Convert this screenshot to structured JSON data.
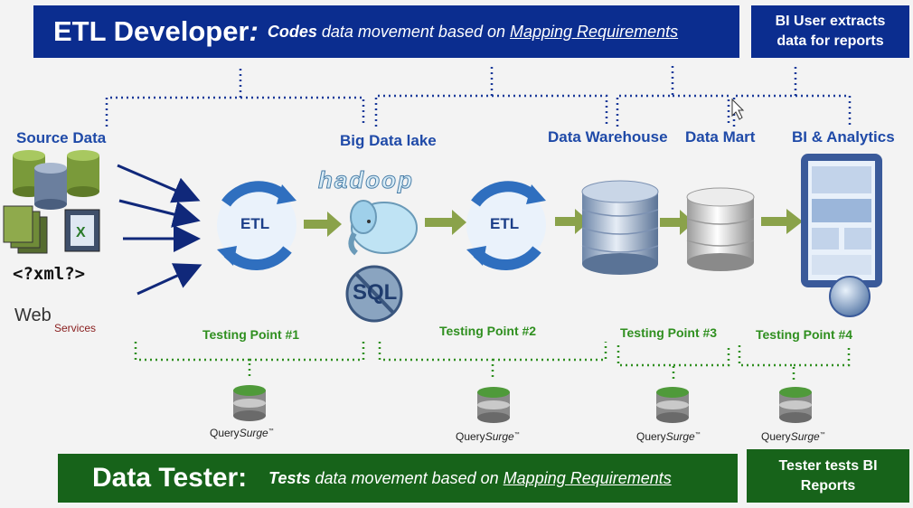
{
  "top_banner": {
    "role": "ETL Developer",
    "colon": ":",
    "keyword": "Codes",
    "description": " data movement based on ",
    "requirements": "Mapping Requirements"
  },
  "bi_user_box": {
    "line1": "BI User extracts",
    "line2": "data for reports"
  },
  "bottom_banner": {
    "role": "Data Tester:",
    "keyword": "Tests",
    "description": " data movement based on ",
    "requirements": "Mapping Requirements"
  },
  "tester_bi_box": {
    "line1": "Tester tests BI",
    "line2": "Reports"
  },
  "stages": {
    "source": "Source Data",
    "lake": "Big Data lake",
    "warehouse": "Data Warehouse",
    "mart": "Data Mart",
    "bi": "BI & Analytics"
  },
  "source_icons": {
    "xml": "<?xml?>",
    "web": "Web",
    "services": "Services"
  },
  "etl_label": "ETL",
  "hadoop_label": "hadoop",
  "sql_label": "SQL",
  "testing_points": [
    "Testing Point #1",
    "Testing Point #2",
    "Testing Point #3",
    "Testing Point #4"
  ],
  "querysurge": {
    "prefix": "Query",
    "suffix": "Surge",
    "tm": "™"
  },
  "colors": {
    "banner_blue": "#0b2d8f",
    "banner_green": "#17631a",
    "stage_text": "#1f4aa8",
    "testing_point_text": "#2f8f1f",
    "arrow_green": "#8aa24a",
    "arrow_navy": "#10287a"
  }
}
